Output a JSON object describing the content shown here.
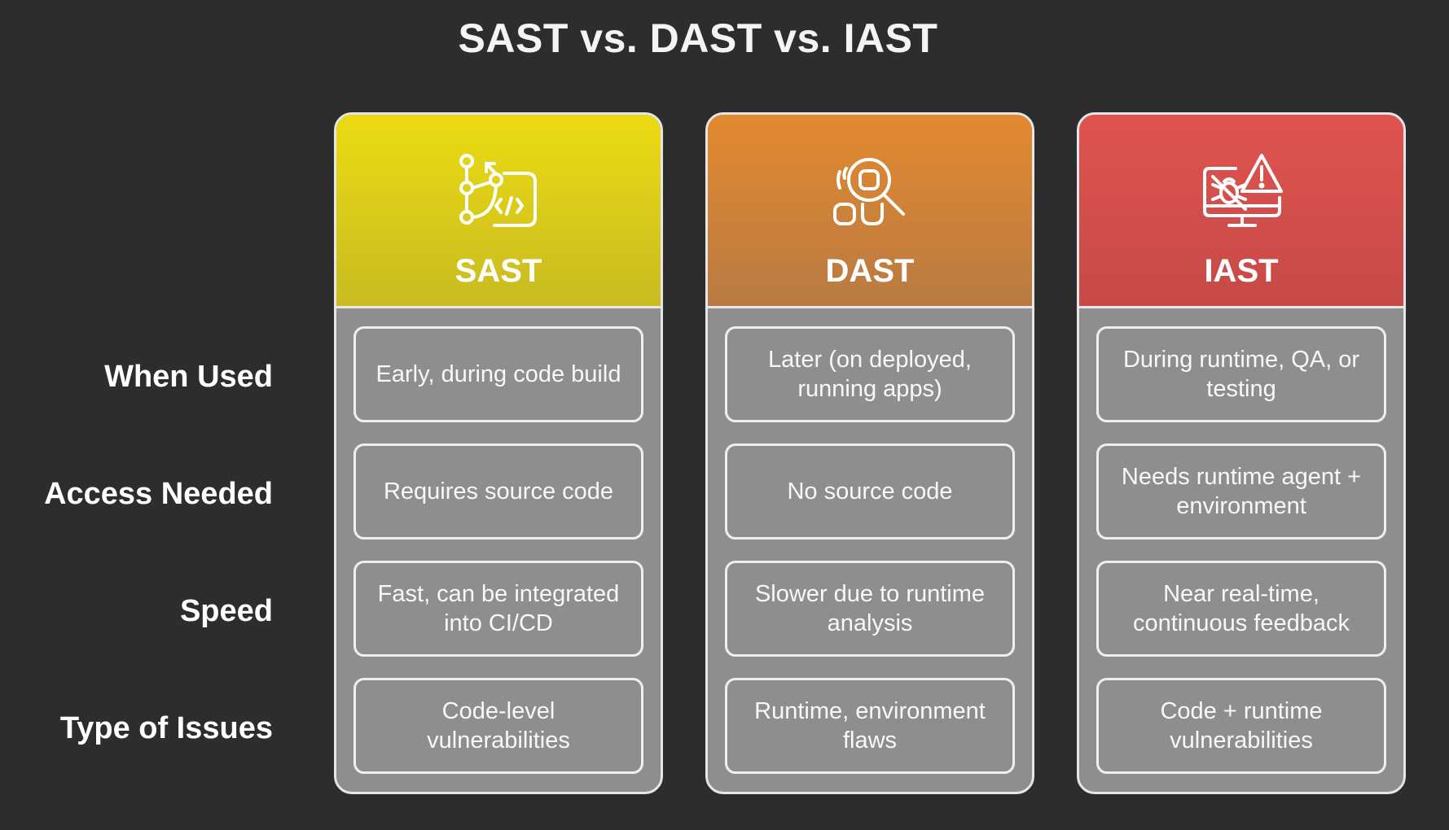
{
  "title": "SAST vs. DAST vs. IAST",
  "rows": [
    "When Used",
    "Access Needed",
    "Speed",
    "Type of Issues"
  ],
  "columns": [
    {
      "name": "SAST",
      "icon": "code-branch-icon",
      "cells": [
        "Early, during code build",
        "Requires source code",
        "Fast, can be integrated into CI/CD",
        "Code-level vulnerabilities"
      ]
    },
    {
      "name": "DAST",
      "icon": "search-inspect-icon",
      "cells": [
        "Later (on deployed, running apps)",
        "No source code",
        "Slower due to runtime analysis",
        "Runtime, environment flaws"
      ]
    },
    {
      "name": "IAST",
      "icon": "bug-warning-monitor-icon",
      "cells": [
        "During runtime, QA, or testing",
        "Needs runtime agent + environment",
        "Near real-time, continuous feedback",
        "Code + runtime vulnerabilities"
      ]
    }
  ],
  "colors": {
    "background": "#2d2d2d",
    "sast": "#ecdb12",
    "dast": "#e38a2f",
    "iast": "#e0534f",
    "cell": "#8e8e8e"
  }
}
